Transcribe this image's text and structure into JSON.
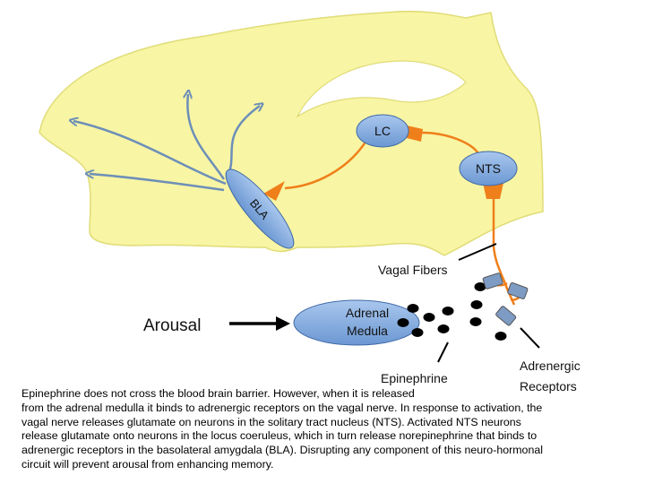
{
  "diagram": {
    "nodes": {
      "lc": "LC",
      "nts": "NTS",
      "bla": "BLA",
      "adrenal_line1": "Adrenal",
      "adrenal_line2": "Medula"
    },
    "labels": {
      "vagal_fibers": "Vagal Fibers",
      "arousal": "Arousal",
      "epinephrine": "Epinephrine",
      "receptors_line1": "Adrenergic",
      "receptors_line2": "Receptors"
    },
    "colors": {
      "brain_fill": "#f8f5a4",
      "brain_outline": "#e0dc78",
      "node_fill": "#7ea9de",
      "node_stroke": "#3f6aa6",
      "pathway_orange": "#ef7f1a",
      "projection_blue": "#6d8fb8",
      "molecule": "#000000",
      "receptor_fill": "#7d9bc3"
    }
  },
  "caption": {
    "lines": [
      "Epinephrine does not cross the blood brain barrier. However, when it is released",
      "from the adrenal medulla it binds to adrenergic receptors on the vagal nerve. In response to activation, the",
      "vagal nerve releases glutamate on neurons in the solitary tract nucleus (NTS). Activated NTS neurons",
      "release glutamate onto neurons in the locus coeruleus, which in turn release norepinephrine that binds to",
      "adrenergic receptors in the basolateral amygdala (BLA). Disrupting any component of this neuro-hormonal",
      "circuit will prevent arousal from enhancing memory."
    ]
  }
}
